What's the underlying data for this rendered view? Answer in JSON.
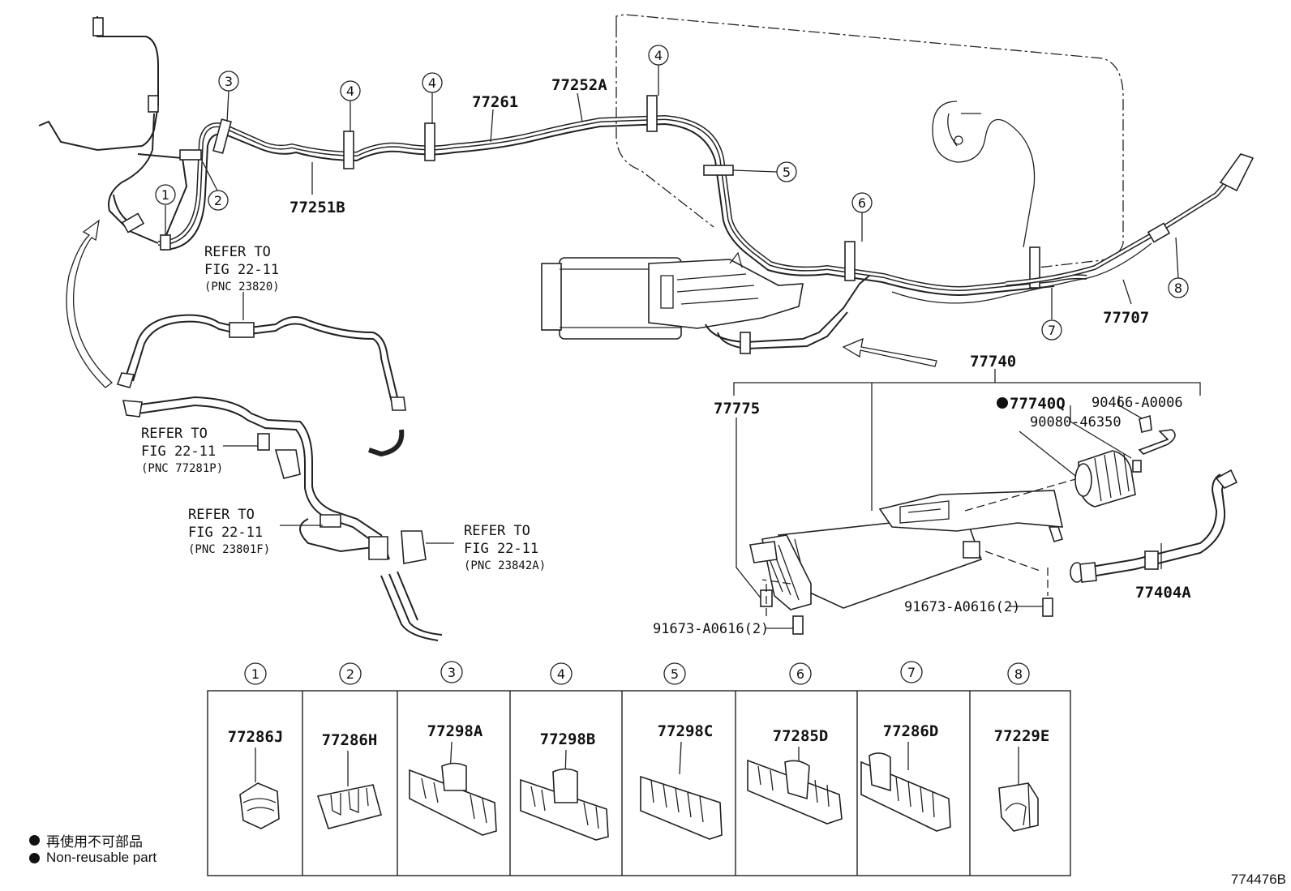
{
  "parts": {
    "p77261": "77261",
    "p77252A": "77252A",
    "p77251B": "77251B",
    "p77707": "77707",
    "p77740": "77740",
    "p77775": "77775",
    "p77740Q": "77740Q",
    "p90466": "90466-A0006",
    "p90080": "90080-46350",
    "p77404A": "77404A",
    "bolt_left": "91673-A0616(2)",
    "bolt_right": "91673-A0616(2)"
  },
  "refs": [
    {
      "line1": "REFER TO",
      "line2": "FIG 22-11",
      "line3": "(PNC 23820)"
    },
    {
      "line1": "REFER TO",
      "line2": "FIG 22-11",
      "line3": "(PNC 77281P)"
    },
    {
      "line1": "REFER TO",
      "line2": "FIG 22-11",
      "line3": "(PNC 23801F)"
    },
    {
      "line1": "REFER TO",
      "line2": "FIG 22-11",
      "line3": "(PNC 23842A)"
    }
  ],
  "callouts": {
    "c1": "1",
    "c2": "2",
    "c3": "3",
    "c4a": "4",
    "c4b": "4",
    "c4c": "4",
    "c5": "5",
    "c6": "6",
    "c7": "7",
    "c8": "8"
  },
  "clamp_table": [
    {
      "num": "1",
      "part": "77286J"
    },
    {
      "num": "2",
      "part": "77286H"
    },
    {
      "num": "3",
      "part": "77298A"
    },
    {
      "num": "4",
      "part": "77298B"
    },
    {
      "num": "5",
      "part": "77298C"
    },
    {
      "num": "6",
      "part": "77285D"
    },
    {
      "num": "7",
      "part": "77286D"
    },
    {
      "num": "8",
      "part": "77229E"
    }
  ],
  "legend": {
    "japanese": "再使用不可部品",
    "english": "Non-reusable part"
  },
  "figure_number": "774476B"
}
